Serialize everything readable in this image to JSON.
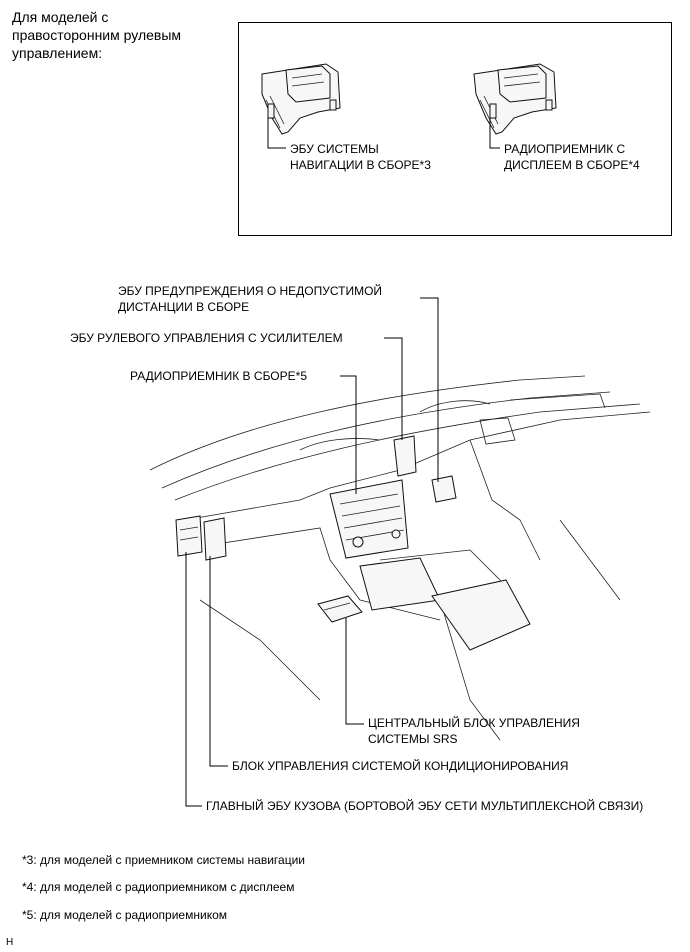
{
  "rhd_note": "Для моделей с\nправосторонним рулевым\nуправлением:",
  "inset": {
    "nav_label_1": "ЭБУ СИСТЕМЫ",
    "nav_label_2": "НАВИГАЦИИ В СБОРЕ*3",
    "disp_label_1": "РАДИОПРИЕМНИК С",
    "disp_label_2": "ДИСПЛЕЕМ В СБОРЕ*4"
  },
  "labels": {
    "distance_1": "ЭБУ ПРЕДУПРЕЖДЕНИЯ О НЕДОПУСТИМОЙ",
    "distance_2": "ДИСТАНЦИИ В СБОРЕ",
    "steering": "ЭБУ РУЛЕВОГО УПРАВЛЕНИЯ С УСИЛИТЕЛЕМ",
    "radio": "РАДИОПРИЕМНИК В СБОРЕ*5",
    "srs_1": "ЦЕНТРАЛЬНЫЙ БЛОК УПРАВЛЕНИЯ",
    "srs_2": "СИСТЕМЫ SRS",
    "ac": "БЛОК УПРАВЛЕНИЯ СИСТЕМОЙ КОНДИЦИОНИРОВАНИЯ",
    "body_ecu": "ГЛАВНЫЙ ЭБУ КУЗОВА (БОРТОВОЙ ЭБУ СЕТИ МУЛЬТИПЛЕКСНОЙ СВЯЗИ)"
  },
  "footnotes": [
    "*3: для моделей с приемником системы навигации",
    "*4: для моделей с радиоприемником с дисплеем",
    "*5: для моделей с радиоприемником"
  ],
  "corner_mark": "H"
}
